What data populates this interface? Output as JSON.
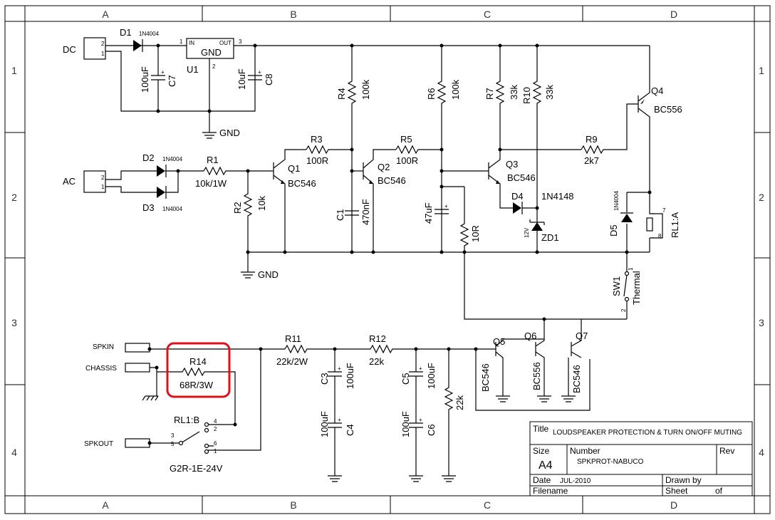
{
  "zones": {
    "cols": [
      "A",
      "B",
      "C",
      "D"
    ],
    "rows": [
      "1",
      "2",
      "3",
      "4"
    ]
  },
  "connectors": {
    "dc": "DC",
    "ac": "AC",
    "spkin": "SPKIN",
    "chassis": "CHASSIS",
    "spkout": "SPKOUT",
    "dc_pins": [
      "2",
      "1"
    ],
    "ac_pins": [
      "2",
      "1"
    ]
  },
  "components": {
    "d1": {
      "ref": "D1",
      "value": "1N4004"
    },
    "d2": {
      "ref": "D2",
      "value": "1N4004"
    },
    "d3": {
      "ref": "D3",
      "value": "1N4004"
    },
    "d4": {
      "ref": "D4",
      "value": "1N4148"
    },
    "d5": {
      "ref": "D5",
      "value": "1N4004"
    },
    "zd1": {
      "ref": "ZD1",
      "value": "12V"
    },
    "u1": {
      "ref": "U1",
      "label": "GND",
      "pin_in": "IN",
      "pin_out": "OUT",
      "pin1": "1",
      "pin2": "2",
      "pin3": "3"
    },
    "c7": {
      "ref": "C7",
      "value": "100uF"
    },
    "c8": {
      "ref": "C8",
      "value": "10uF"
    },
    "c1": {
      "ref": "C1",
      "value": "470nF"
    },
    "c2": {
      "ref": "",
      "value": "47uF"
    },
    "c3": {
      "ref": "C3",
      "value": "100uF"
    },
    "c4": {
      "ref": "C4",
      "value": "100uF"
    },
    "c5": {
      "ref": "C5",
      "value": "100uF"
    },
    "c6": {
      "ref": "C6",
      "value": "100uF"
    },
    "r1": {
      "ref": "R1",
      "value": "10k/1W"
    },
    "r2": {
      "ref": "R2",
      "value": "10k"
    },
    "r3": {
      "ref": "R3",
      "value": "100R"
    },
    "r4": {
      "ref": "R4",
      "value": "100k"
    },
    "r5": {
      "ref": "R5",
      "value": "100R"
    },
    "r6": {
      "ref": "R6",
      "value": "100k"
    },
    "r7": {
      "ref": "R7",
      "value": "33k"
    },
    "r9": {
      "ref": "R9",
      "value": "2k7"
    },
    "r10": {
      "ref": "R10",
      "value": "33k"
    },
    "r_10r": {
      "value": "10R"
    },
    "r11": {
      "ref": "R11",
      "value": "22k/2W"
    },
    "r12": {
      "ref": "R12",
      "value": "22k"
    },
    "r14": {
      "ref": "R14",
      "value": "68R/3W"
    },
    "r_22k": {
      "value": "22k"
    },
    "q1": {
      "ref": "Q1",
      "value": "BC546"
    },
    "q2": {
      "ref": "Q2",
      "value": "BC546"
    },
    "q3": {
      "ref": "Q3",
      "value": "BC546"
    },
    "q4": {
      "ref": "Q4",
      "value": "BC556"
    },
    "q5": {
      "ref": "Q5",
      "value": "BC546"
    },
    "q6": {
      "ref": "Q6",
      "value": "BC556"
    },
    "q7": {
      "ref": "Q7",
      "value": "BC546"
    },
    "rl1a": {
      "ref": "RL1:A",
      "pins": [
        "7",
        "8"
      ]
    },
    "rl1b": {
      "ref": "RL1:B",
      "part": "G2R-1E-24V",
      "pins": [
        "4",
        "2",
        "3",
        "5",
        "6",
        "1"
      ]
    },
    "sw1": {
      "ref": "SW1",
      "value": "Thermal",
      "pins": [
        "1",
        "2"
      ]
    }
  },
  "gnd_label": "GND",
  "title_block": {
    "title_label": "Title",
    "title": "LOUDSPEAKER PROTECTION & TURN ON/OFF MUTING",
    "size_label": "Size",
    "size": "A4",
    "number_label": "Number",
    "number": "SPKPROT-NABUCO",
    "rev_label": "Rev",
    "rev": "",
    "date_label": "Date",
    "date": "JUL-2010",
    "drawn_by_label": "Drawn by",
    "filename_label": "Filename",
    "sheet_label": "Sheet",
    "of_label": "of"
  },
  "highlight": {
    "target": "R14",
    "color": "#e0101a"
  }
}
